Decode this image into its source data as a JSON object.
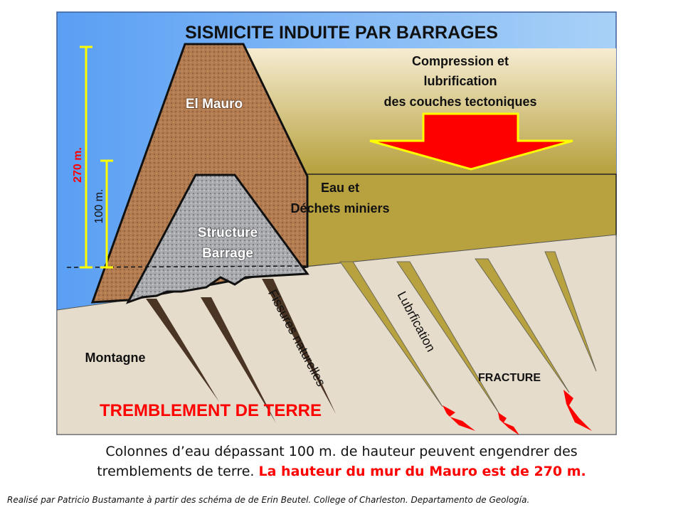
{
  "title": "SISMICITE INDUITE PAR BARRAGES",
  "labels": {
    "compression": [
      "Compression et",
      "lubrification",
      "des couches tectoniques"
    ],
    "water": [
      "Eau et",
      "Déchets miniers"
    ],
    "el_mauro": "El Mauro",
    "structure": [
      "Structure",
      "Barrage"
    ],
    "height_270": "270 m.",
    "height_100": "100 m.",
    "fissures": "Fissures naturelles",
    "lubrication": "Lubrfication",
    "fracture": "FRACTURE",
    "mountain": "Montagne",
    "earthquake": "TREMBLEMENT DE TERRE"
  },
  "caption": {
    "line1": "Colonnes d’eau dépassant 100 m. de hauteur peuvent engendrer des",
    "line2_normal": "tremblements de terre. ",
    "line2_red": "La hauteur du mur du Mauro est de 270 m."
  },
  "credit": "Realisé par Patricio Bustamante à partir des schéma de de  Erin Beutel. College of Charleston.  Departamento de Geología.",
  "colors": {
    "sky": "#5fa3f5",
    "ground": "#e6dccb",
    "water": "#b8a23f",
    "dam": "#b07a4e",
    "structure": "#a9abb0",
    "arrow": "#ff0000",
    "measure": "#ffff00"
  }
}
